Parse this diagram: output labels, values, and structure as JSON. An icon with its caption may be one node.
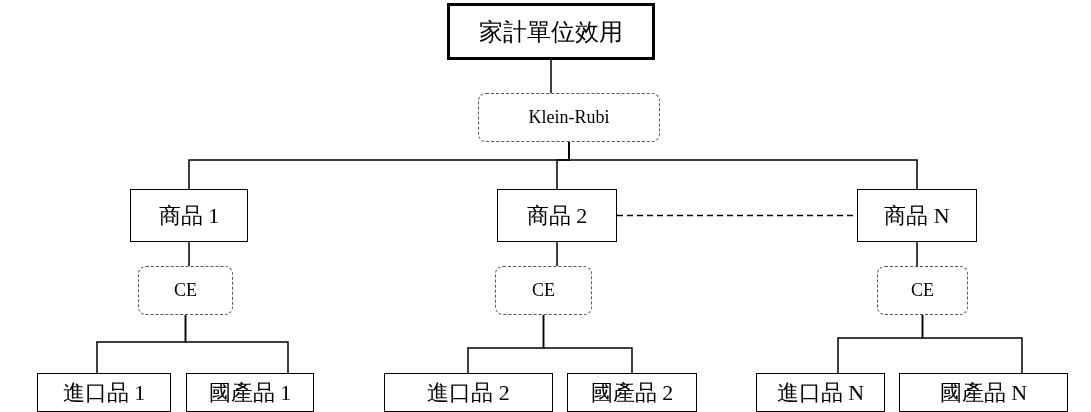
{
  "diagram": {
    "nodes": [
      {
        "text": [
          "家計單位效用"
        ]
      },
      {
        "text": [
          "Klein-Rubi"
        ]
      },
      {
        "text": [
          "商品 1"
        ]
      },
      {
        "text": [
          "商品 2"
        ]
      },
      {
        "text": [
          "商品 N"
        ]
      },
      {
        "text": [
          "CE"
        ]
      },
      {
        "text": [
          "CE"
        ]
      },
      {
        "text": [
          "CE"
        ]
      },
      {
        "text": [
          "進口品 1"
        ]
      },
      {
        "text": [
          "國產品 1"
        ]
      },
      {
        "text": [
          "進口品 2"
        ]
      },
      {
        "text": [
          "國產品 2"
        ]
      },
      {
        "text": [
          "進口品 N"
        ]
      },
      {
        "text": [
          "國產品 N"
        ]
      }
    ],
    "edges": [
      {
        "from": 0,
        "to": 1,
        "arrow": "none"
      },
      {
        "from": 1,
        "to": 2,
        "arrow": "none"
      },
      {
        "from": 1,
        "to": 3,
        "arrow": "none"
      },
      {
        "from": 1,
        "to": 4,
        "arrow": "none"
      },
      {
        "from": 3,
        "to": 4,
        "arrow": "none",
        "style": "dashed"
      },
      {
        "from": 2,
        "to": 5,
        "arrow": "none"
      },
      {
        "from": 3,
        "to": 6,
        "arrow": "none"
      },
      {
        "from": 4,
        "to": 7,
        "arrow": "none"
      },
      {
        "from": 5,
        "to": 8,
        "arrow": "none"
      },
      {
        "from": 5,
        "to": 9,
        "arrow": "none"
      },
      {
        "from": 6,
        "to": 10,
        "arrow": "none"
      },
      {
        "from": 6,
        "to": 11,
        "arrow": "none"
      },
      {
        "from": 7,
        "to": 12,
        "arrow": "none"
      },
      {
        "from": 7,
        "to": 13,
        "arrow": "none"
      }
    ]
  }
}
